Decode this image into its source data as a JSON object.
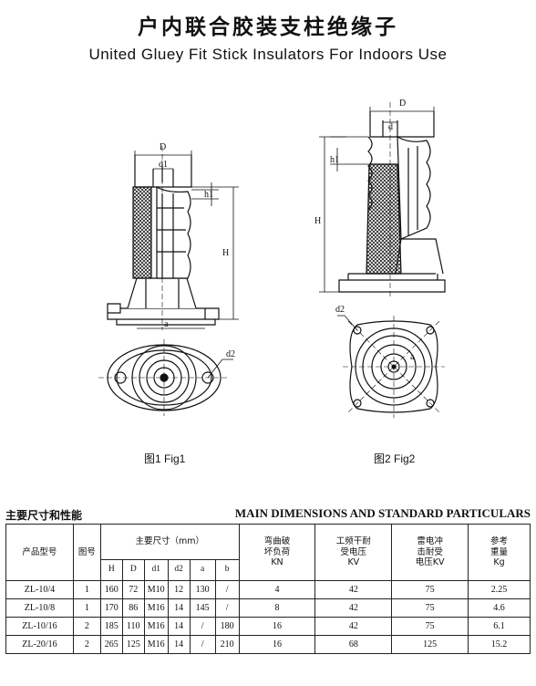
{
  "header": {
    "title_cn": "户内联合胶装支柱绝缘子",
    "title_en": "United Gluey Fit Stick Insulators For Indoors Use"
  },
  "figures": {
    "fig1": {
      "caption": "图1  Fig1",
      "labels": {
        "D": "D",
        "d1": "d1",
        "h1": "h1",
        "H": "H",
        "a": "a",
        "d2": "d2"
      }
    },
    "fig2": {
      "caption": "图2  Fig2",
      "labels": {
        "D": "D",
        "d": "d",
        "h1": "h1",
        "H": "H",
        "d2": "d2",
        "a": "a"
      }
    }
  },
  "section": {
    "title_cn": "主要尺寸和性能",
    "title_en": "MAIN DIMENSIONS AND STANDARD PARTICULARS"
  },
  "table": {
    "headers": {
      "model": "产品型号",
      "fig": "图号",
      "dims": "主要尺寸（mm）",
      "sub": [
        "H",
        "D",
        "d1",
        "d2",
        "a",
        "b"
      ],
      "load": [
        "弯曲破",
        "坏负荷",
        "KN"
      ],
      "power_freq": [
        "工频干耐",
        "受电压",
        "KV"
      ],
      "impulse": [
        "雷电冲",
        "击耐受",
        "电压KV"
      ],
      "weight": [
        "参考",
        "重量",
        "Kg"
      ]
    },
    "rows": [
      [
        "ZL-10/4",
        "1",
        "160",
        "72",
        "M10",
        "12",
        "130",
        "/",
        "4",
        "42",
        "75",
        "2.25"
      ],
      [
        "ZL-10/8",
        "1",
        "170",
        "86",
        "M16",
        "14",
        "145",
        "/",
        "8",
        "42",
        "75",
        "4.6"
      ],
      [
        "ZL-10/16",
        "2",
        "185",
        "110",
        "M16",
        "14",
        "/",
        "180",
        "16",
        "42",
        "75",
        "6.1"
      ],
      [
        "ZL-20/16",
        "2",
        "265",
        "125",
        "M16",
        "14",
        "/",
        "210",
        "16",
        "68",
        "125",
        "15.2"
      ]
    ]
  }
}
